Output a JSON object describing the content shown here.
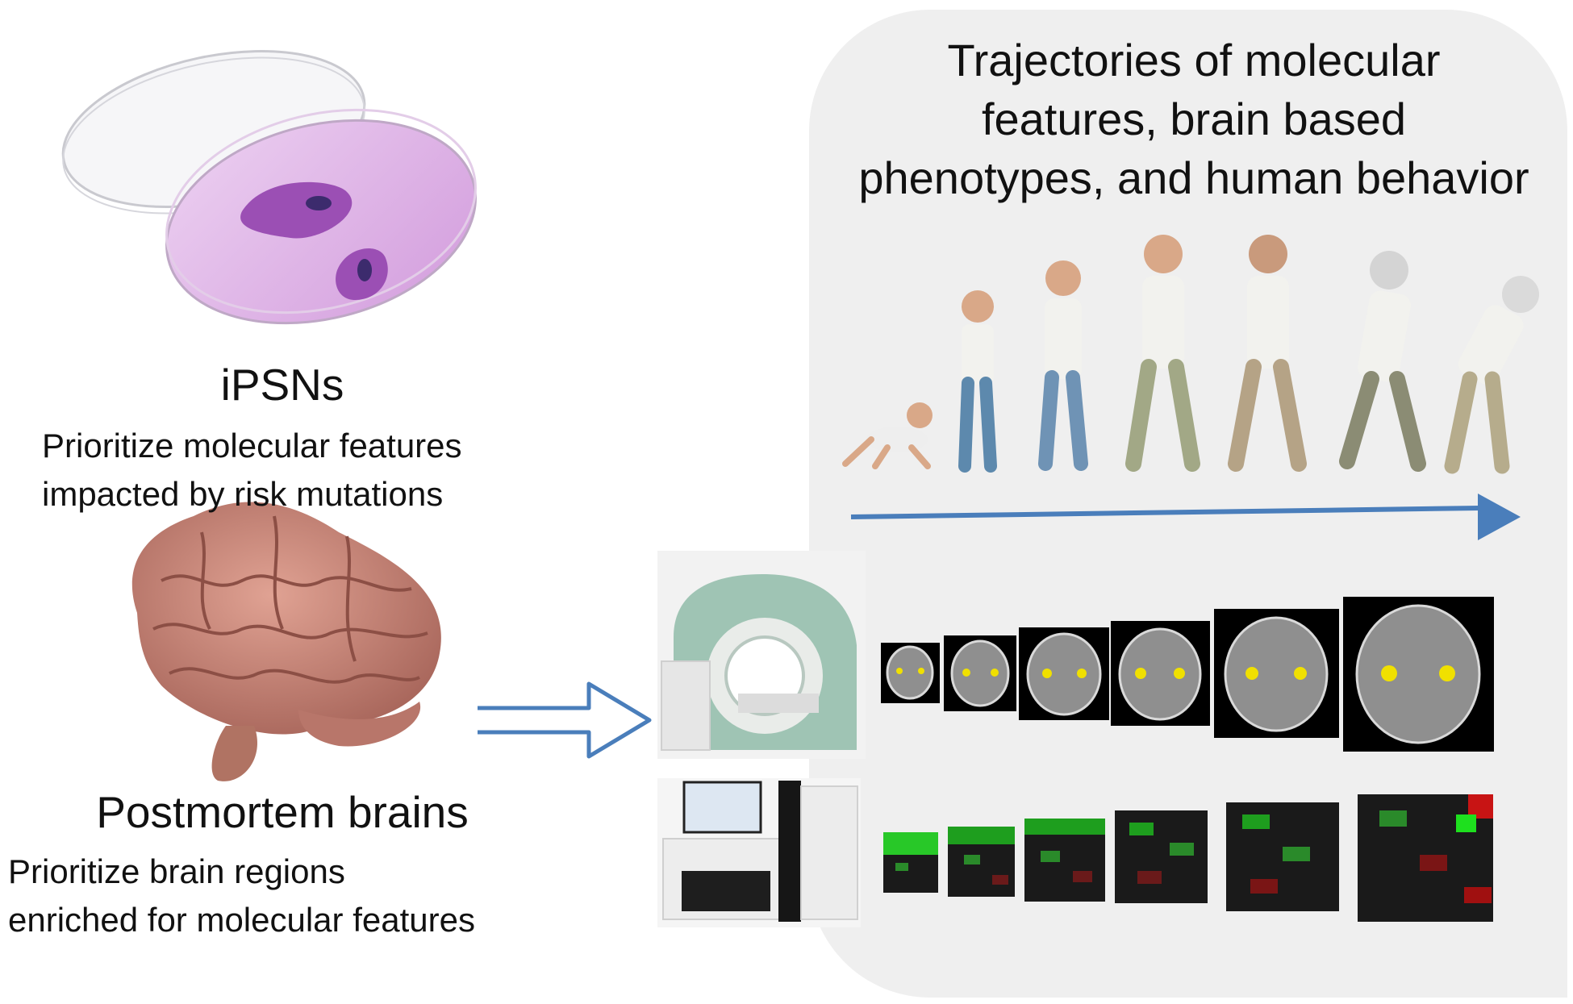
{
  "panel": {
    "title_lines": [
      "Trajectories of molecular",
      "features, brain based",
      "phenotypes, and human behavior"
    ]
  },
  "ipsn": {
    "heading": "iPSNs",
    "desc_lines": [
      "Prioritize molecular features",
      "impacted by risk mutations"
    ]
  },
  "postmortem": {
    "heading": "Postmortem brains",
    "desc_lines": [
      "Prioritize brain regions",
      "enriched for molecular features"
    ]
  },
  "colors": {
    "arrow": "#4a7ebb",
    "panel_bg": "#efefef",
    "petri": "#d9a8e2",
    "cell": "#9b4fb4",
    "brain": "#c7877b",
    "mri_casing": "#9fc4b4"
  },
  "icons": [
    "petri-dish-icon",
    "brain-icon",
    "mri-scanner-icon",
    "sequencer-icon",
    "human-figure-icon",
    "brain-scan-icon",
    "heatmap-icon",
    "hollow-arrow-icon",
    "timeline-arrow-icon"
  ]
}
